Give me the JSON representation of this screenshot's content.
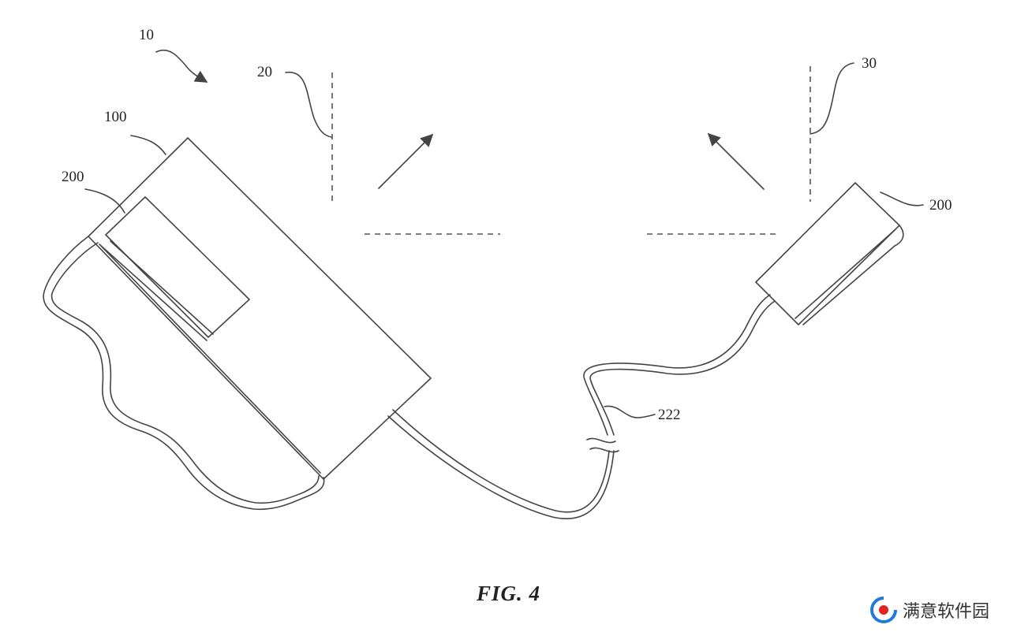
{
  "figure": {
    "caption": "FIG. 4",
    "labels": {
      "system": "10",
      "plane_first": "20",
      "plane_second": "30",
      "device": "100",
      "sensor_left": "200",
      "sensor_right": "200",
      "cable": "222"
    }
  },
  "watermark": {
    "text": "满意软件园",
    "colors": {
      "ring": "#1f7ad8",
      "dot": "#e02424"
    }
  }
}
